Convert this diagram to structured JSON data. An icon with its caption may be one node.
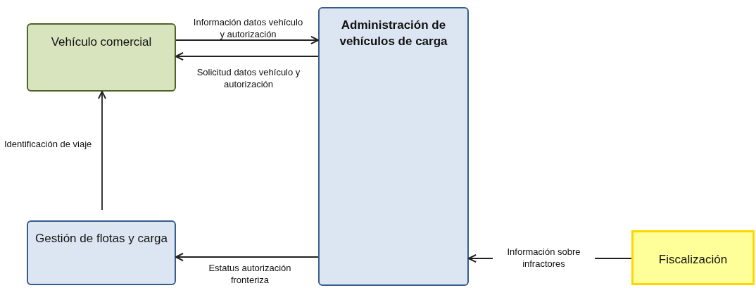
{
  "diagram": {
    "nodes": [
      {
        "text": [
          "Vehículo comercial"
        ]
      },
      {
        "text": [
          "Administración de vehículos de carga"
        ]
      },
      {
        "text": [
          "Gestión de flotas y carga"
        ]
      },
      {
        "text": [
          "Fiscalización"
        ]
      }
    ],
    "edges": [
      {
        "from": 0,
        "to": 1,
        "arrow": "to",
        "label": "Información datos vehículo y autorización"
      },
      {
        "from": 1,
        "to": 0,
        "arrow": "to",
        "label": "Solicitud datos vehículo y autorización"
      },
      {
        "from": 2,
        "to": 0,
        "arrow": "to",
        "label": "Identificación de viaje"
      },
      {
        "from": 1,
        "to": 2,
        "arrow": "to",
        "label": "Estatus autorización fronteriza"
      },
      {
        "from": 3,
        "to": 1,
        "arrow": "to",
        "label": "Información sobre infractores"
      }
    ]
  }
}
